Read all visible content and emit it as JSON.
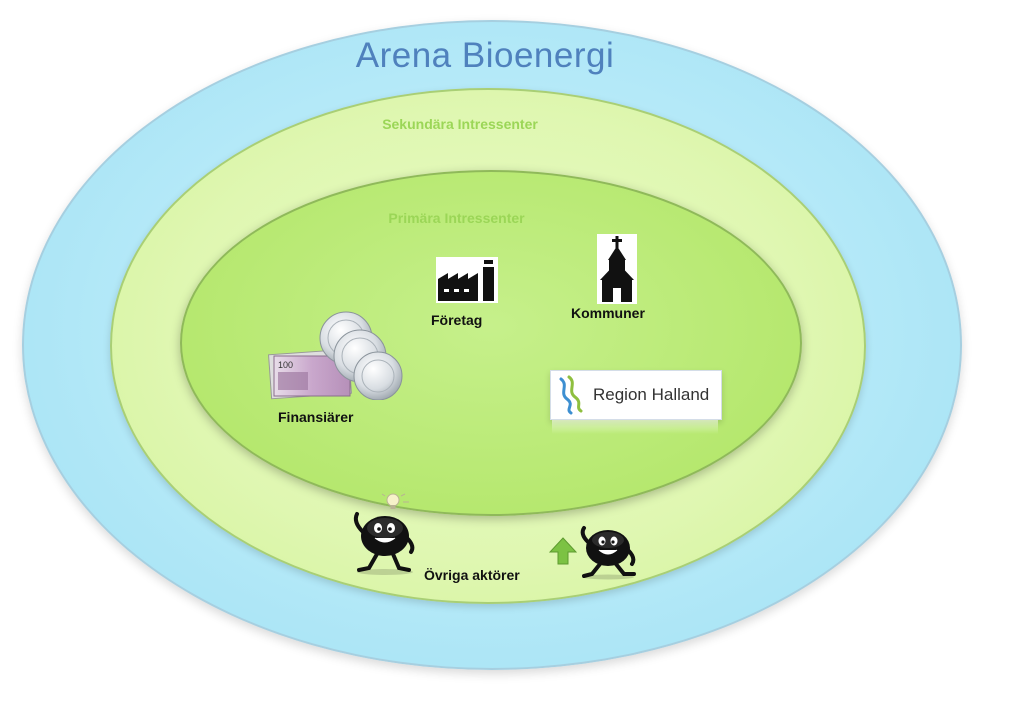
{
  "diagram": {
    "title": "Arena Bioenergi",
    "rings": {
      "outer_color": "#b4e9f8",
      "middle_label": "Sekundära Intressenter",
      "middle_color": "#dff7b1",
      "inner_label": "Primära Intressenter",
      "inner_color": "#b6e86f"
    },
    "actors": {
      "foretag": {
        "label": "Företag",
        "icon": "factory-icon"
      },
      "kommuner": {
        "label": "Kommuner",
        "icon": "church-icon"
      },
      "finansiarer": {
        "label": "Finansiärer",
        "icon": "money-icon"
      },
      "region": {
        "label": "Region Halland",
        "icon": "region-halland-logo"
      },
      "ovriga": {
        "label": "Övriga aktörer",
        "icon": "character-icon"
      }
    },
    "colors": {
      "title": "#4f81bd",
      "ring_label": "#9bd657",
      "actor_label": "#111111"
    }
  }
}
